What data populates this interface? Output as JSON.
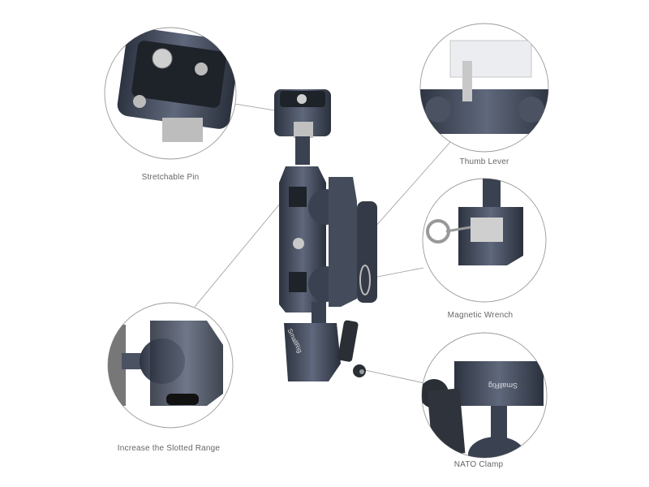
{
  "callouts": [
    {
      "label": "Stretchable Pin"
    },
    {
      "label": "Thumb Lever"
    },
    {
      "label": "Magnetic Wrench"
    },
    {
      "label": "Increase the Slotted Range"
    },
    {
      "label": "NATO Clamp"
    }
  ],
  "brand": "SmallRig",
  "colors": {
    "metal": "#3a4150",
    "metal_light": "#6b7488",
    "border": "#9a9a9a",
    "text": "#666666"
  }
}
